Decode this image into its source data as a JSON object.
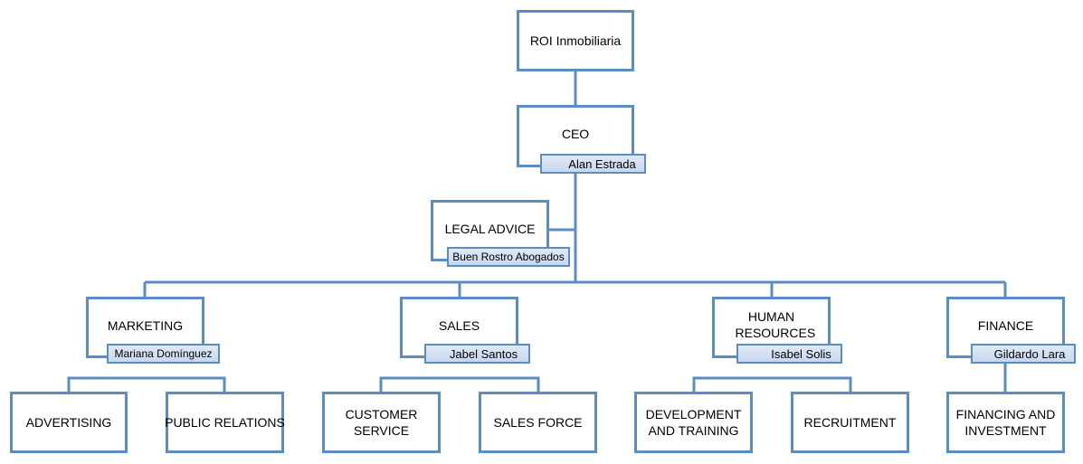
{
  "nodes": {
    "root": {
      "title": "ROI Inmobiliaria"
    },
    "ceo": {
      "title": "CEO",
      "person": "Alan Estrada"
    },
    "legal": {
      "title": "LEGAL ADVICE",
      "person": "Buen Rostro Abogados"
    },
    "marketing": {
      "title": "MARKETING",
      "person": "Mariana Domínguez"
    },
    "sales": {
      "title": "SALES",
      "person": "Jabel Santos"
    },
    "hr": {
      "title": "HUMAN RESOURCES",
      "person": "Isabel Solis"
    },
    "finance": {
      "title": "FINANCE",
      "person": "Gildardo Lara"
    },
    "advertising": {
      "title": "ADVERTISING"
    },
    "public_relations": {
      "title": "PUBLIC RELATIONS"
    },
    "customer_service": {
      "title": "CUSTOMER SERVICE"
    },
    "sales_force": {
      "title": "SALES FORCE"
    },
    "development_training": {
      "title": "DEVELOPMENT AND TRAINING"
    },
    "recruitment": {
      "title": "RECRUITMENT"
    },
    "financing_investment": {
      "title": "FINANCING AND INVESTMENT"
    }
  },
  "colors": {
    "border": "#5b8dc2",
    "label_fill": "#c9d8ef"
  }
}
